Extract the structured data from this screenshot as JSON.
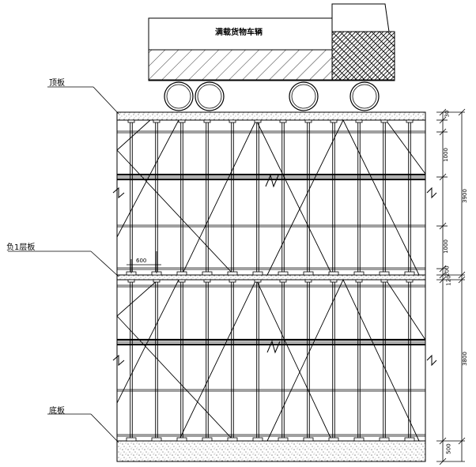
{
  "truck": {
    "label": "满载货物车辆"
  },
  "labels": {
    "top_slab": "顶板",
    "floor_slab": "负1层板",
    "bottom_slab": "底板"
  },
  "dimensions": {
    "top_thickness": "30",
    "upper_step": "1000",
    "upper_height": "3900",
    "mid_step": "1000",
    "mid_small": "200",
    "mid_thickness": "120",
    "lower_height": "3800",
    "base_thickness": "500",
    "spacing": "600"
  },
  "colors": {
    "line": "#000000",
    "background": "#ffffff"
  }
}
